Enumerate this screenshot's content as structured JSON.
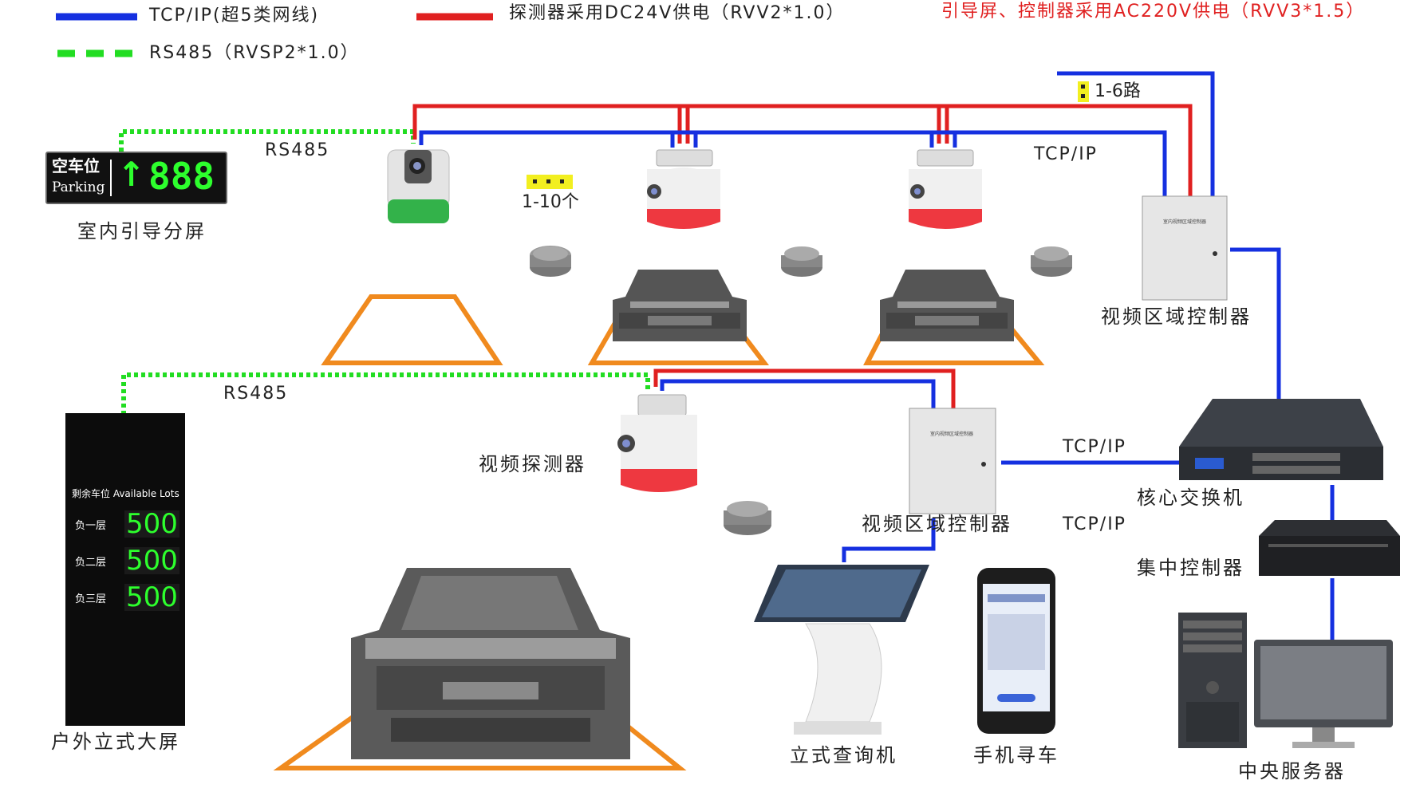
{
  "legend": {
    "tcpip": "TCP/IP(超5类网线)",
    "dc24": "探测器采用DC24V供电（RVV2*1.0）",
    "ac220": "引导屏、控制器采用AC220V供电（RVV3*1.5）",
    "rs485": "RS485（RVSP2*1.0）"
  },
  "colors": {
    "tcpip": "#1530e0",
    "power": "#e02020",
    "rs485": "#22dd22",
    "slot": "#f08a1e"
  },
  "indoor_screen": {
    "label": "室内引导分屏",
    "cn": "空车位",
    "en": "Parking",
    "arrow": "↑",
    "digits": "888"
  },
  "outdoor_screen": {
    "label": "户外立式大屏",
    "header": "剩余车位 Available Lots",
    "rows": [
      {
        "floor": "负一层",
        "count": "500"
      },
      {
        "floor": "负二层",
        "count": "500"
      },
      {
        "floor": "负三层",
        "count": "500"
      }
    ]
  },
  "wire_labels": {
    "rs485_top": "RS485",
    "rs485_bottom": "RS485",
    "tcpip_top": "TCP/IP",
    "tcpip_mid": "TCP/IP",
    "tcpip_low": "TCP/IP",
    "routes": "1-6路",
    "detectors": "1-10个"
  },
  "devices": {
    "controller_top": "视频区域控制器",
    "controller_mid": "视频区域控制器",
    "controller_plate": "室内视频区域控制器",
    "detector": "视频探测器",
    "switch": "核心交换机",
    "central_controller": "集中控制器",
    "server": "中央服务器",
    "kiosk": "立式查询机",
    "phone": "手机寻车"
  }
}
